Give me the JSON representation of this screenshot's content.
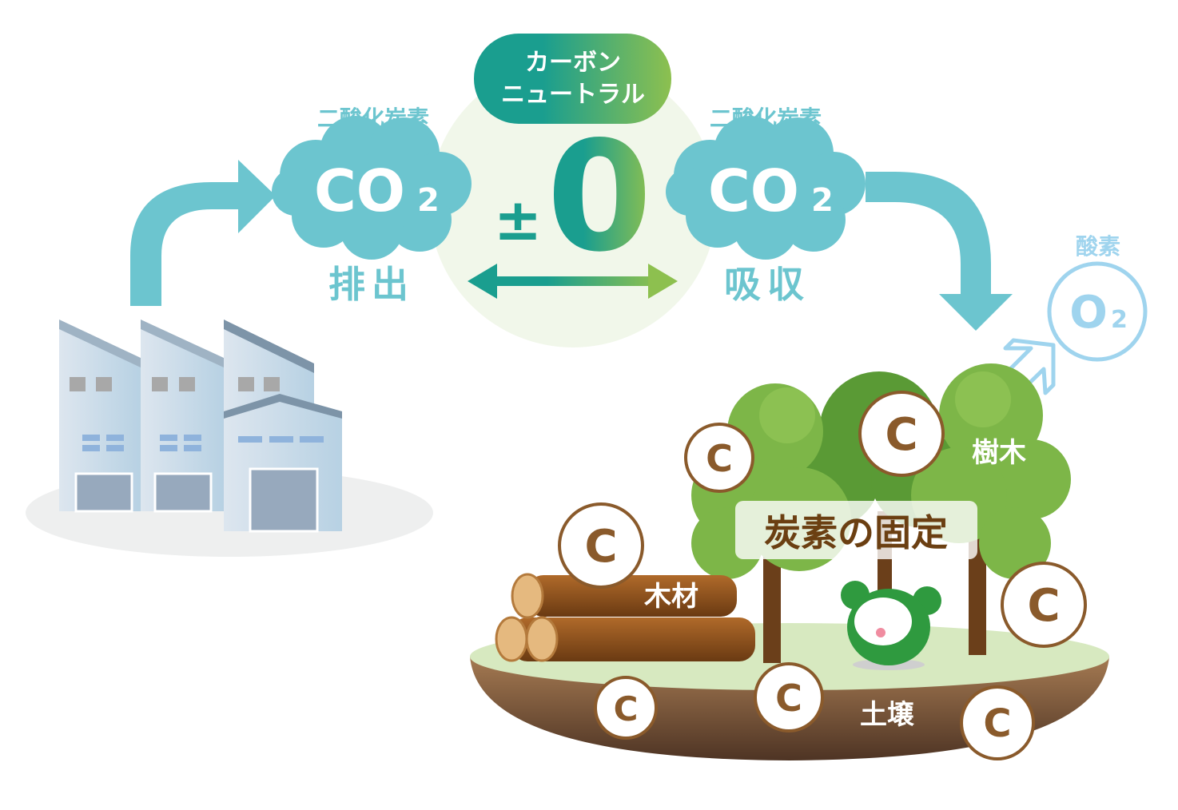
{
  "title_pill": {
    "line1": "カーボン",
    "line2": "ニュートラル"
  },
  "balance": {
    "plus_minus": "±",
    "zero": "0"
  },
  "emission": {
    "caption": "二酸化炭素",
    "formula": "CO",
    "subscript": "2",
    "label": "排出"
  },
  "absorption": {
    "caption": "二酸化炭素",
    "formula": "CO",
    "subscript": "2",
    "label": "吸収"
  },
  "oxygen": {
    "caption": "酸素",
    "formula": "O",
    "subscript": "2"
  },
  "labels": {
    "trees": "樹木",
    "fixation": "炭素の固定",
    "wood": "木材",
    "soil": "土壌"
  },
  "carbon_symbol": "C",
  "colors": {
    "teal": "#1a9e8f",
    "green": "#8dc04f",
    "cloud": "#6cc5cf",
    "oxygen": "#9fd4ee",
    "brown": "#8a5a2b",
    "fixation_text": "#6b3f12"
  }
}
